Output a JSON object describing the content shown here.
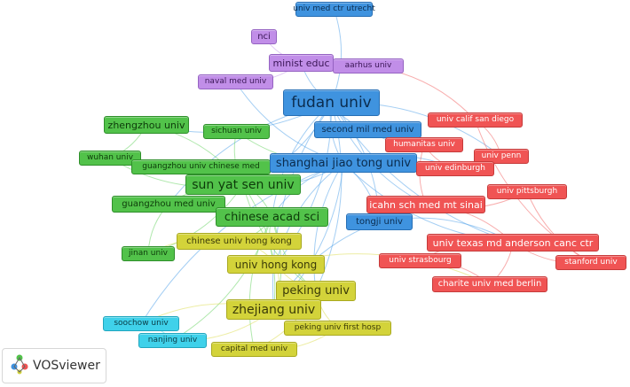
{
  "clusters": {
    "red": {
      "fill": "#f05454",
      "border": "#c63b3b",
      "text": "#ffffff",
      "link": "#f36a6a"
    },
    "green": {
      "fill": "#52c24a",
      "border": "#2e8f2a",
      "text": "#0d3b0a",
      "link": "#6fd66a"
    },
    "blue": {
      "fill": "#3f93df",
      "border": "#276fb5",
      "text": "#0b2c4e",
      "link": "#5aa6ea"
    },
    "yellow": {
      "fill": "#d3d33a",
      "border": "#a9a91f",
      "text": "#3a3a08",
      "link": "#dede5a"
    },
    "purple": {
      "fill": "#c18ee8",
      "border": "#9563c2",
      "text": "#3b1657",
      "link": "#c79bed"
    },
    "cyan": {
      "fill": "#3fd1ea",
      "border": "#21a6be",
      "text": "#0a3b45",
      "link": "#5fdcef"
    }
  },
  "nodes": [
    {
      "id": "univ-med-ctr-utrecht",
      "label": "univ med ctr utrecht",
      "cluster": "blue",
      "weight": 1
    },
    {
      "id": "nci",
      "label": "nci",
      "cluster": "purple",
      "weight": 1
    },
    {
      "id": "minist-educ",
      "label": "minist educ",
      "cluster": "purple",
      "weight": 2
    },
    {
      "id": "aarhus-univ",
      "label": "aarhus univ",
      "cluster": "purple",
      "weight": 1
    },
    {
      "id": "naval-med-univ",
      "label": "naval med univ",
      "cluster": "purple",
      "weight": 1
    },
    {
      "id": "fudan-univ",
      "label": "fudan univ",
      "cluster": "blue",
      "weight": 5
    },
    {
      "id": "univ-calif-san-diego",
      "label": "univ calif san diego",
      "cluster": "red",
      "weight": 1
    },
    {
      "id": "zhengzhou-univ",
      "label": "zhengzhou univ",
      "cluster": "green",
      "weight": 2
    },
    {
      "id": "sichuan-univ",
      "label": "sichuan univ",
      "cluster": "green",
      "weight": 1
    },
    {
      "id": "second-mil-med-univ",
      "label": "second mil med univ",
      "cluster": "blue",
      "weight": 2
    },
    {
      "id": "humanitas-univ",
      "label": "humanitas univ",
      "cluster": "red",
      "weight": 1
    },
    {
      "id": "univ-penn",
      "label": "univ penn",
      "cluster": "red",
      "weight": 1
    },
    {
      "id": "wuhan-univ",
      "label": "wuhan univ",
      "cluster": "green",
      "weight": 1
    },
    {
      "id": "guangzhou-univ-chinese-med",
      "label": "guangzhou univ chinese med",
      "cluster": "green",
      "weight": 1
    },
    {
      "id": "shanghai-jiao-tong-univ",
      "label": "shanghai jiao tong univ",
      "cluster": "blue",
      "weight": 3
    },
    {
      "id": "univ-edinburgh",
      "label": "univ edinburgh",
      "cluster": "red",
      "weight": 1
    },
    {
      "id": "sun-yat-sen-univ",
      "label": "sun yat sen univ",
      "cluster": "green",
      "weight": 3
    },
    {
      "id": "univ-pittsburgh",
      "label": "univ pittsburgh",
      "cluster": "red",
      "weight": 1
    },
    {
      "id": "guangzhou-med-univ",
      "label": "guangzhou med univ",
      "cluster": "green",
      "weight": 2
    },
    {
      "id": "icahn-sch-med-mt-sinai",
      "label": "icahn sch med mt sinai",
      "cluster": "red",
      "weight": 2
    },
    {
      "id": "chinese-acad-sci",
      "label": "chinese acad sci",
      "cluster": "green",
      "weight": 3
    },
    {
      "id": "tongji-univ",
      "label": "tongji univ",
      "cluster": "blue",
      "weight": 2
    },
    {
      "id": "chinese-univ-hong-kong",
      "label": "chinese univ hong kong",
      "cluster": "yellow",
      "weight": 2
    },
    {
      "id": "univ-texas-md-anderson-canc-ctr",
      "label": "univ texas md anderson canc ctr",
      "cluster": "red",
      "weight": 2
    },
    {
      "id": "jinan-univ",
      "label": "jinan univ",
      "cluster": "green",
      "weight": 1
    },
    {
      "id": "univ-hong-kong",
      "label": "univ hong kong",
      "cluster": "yellow",
      "weight": 2
    },
    {
      "id": "univ-strasbourg",
      "label": "univ strasbourg",
      "cluster": "red",
      "weight": 1
    },
    {
      "id": "stanford-univ",
      "label": "stanford univ",
      "cluster": "red",
      "weight": 1
    },
    {
      "id": "peking-univ",
      "label": "peking univ",
      "cluster": "yellow",
      "weight": 3
    },
    {
      "id": "charite-univ-med-berlin",
      "label": "charite univ med berlin",
      "cluster": "red",
      "weight": 1
    },
    {
      "id": "zhejiang-univ",
      "label": "zhejiang univ",
      "cluster": "yellow",
      "weight": 3
    },
    {
      "id": "soochow-univ",
      "label": "soochow univ",
      "cluster": "cyan",
      "weight": 1
    },
    {
      "id": "peking-univ-first-hosp",
      "label": "peking univ first hosp",
      "cluster": "yellow",
      "weight": 1
    },
    {
      "id": "nanjing-univ",
      "label": "nanjing univ",
      "cluster": "cyan",
      "weight": 1
    },
    {
      "id": "capital-med-univ",
      "label": "capital med univ",
      "cluster": "yellow",
      "weight": 1
    }
  ],
  "links": [
    [
      "fudan-univ",
      "shanghai-jiao-tong-univ"
    ],
    [
      "fudan-univ",
      "sun-yat-sen-univ"
    ],
    [
      "fudan-univ",
      "chinese-acad-sci"
    ],
    [
      "fudan-univ",
      "peking-univ"
    ],
    [
      "fudan-univ",
      "zhejiang-univ"
    ],
    [
      "fudan-univ",
      "univ-hong-kong"
    ],
    [
      "fudan-univ",
      "second-mil-med-univ"
    ],
    [
      "fudan-univ",
      "tongji-univ"
    ],
    [
      "fudan-univ",
      "univ-texas-md-anderson-canc-ctr"
    ],
    [
      "fudan-univ",
      "minist-educ"
    ],
    [
      "fudan-univ",
      "icahn-sch-med-mt-sinai"
    ],
    [
      "fudan-univ",
      "univ-penn"
    ],
    [
      "fudan-univ",
      "univ-med-ctr-utrecht"
    ],
    [
      "fudan-univ",
      "zhengzhou-univ"
    ],
    [
      "fudan-univ",
      "guangzhou-med-univ"
    ],
    [
      "shanghai-jiao-tong-univ",
      "sun-yat-sen-univ"
    ],
    [
      "shanghai-jiao-tong-univ",
      "peking-univ"
    ],
    [
      "shanghai-jiao-tong-univ",
      "zhejiang-univ"
    ],
    [
      "shanghai-jiao-tong-univ",
      "chinese-acad-sci"
    ],
    [
      "shanghai-jiao-tong-univ",
      "tongji-univ"
    ],
    [
      "shanghai-jiao-tong-univ",
      "univ-texas-md-anderson-canc-ctr"
    ],
    [
      "shanghai-jiao-tong-univ",
      "univ-edinburgh"
    ],
    [
      "shanghai-jiao-tong-univ",
      "univ-hong-kong"
    ],
    [
      "shanghai-jiao-tong-univ",
      "naval-med-univ"
    ],
    [
      "shanghai-jiao-tong-univ",
      "soochow-univ"
    ],
    [
      "sun-yat-sen-univ",
      "chinese-acad-sci"
    ],
    [
      "sun-yat-sen-univ",
      "guangzhou-med-univ"
    ],
    [
      "sun-yat-sen-univ",
      "jinan-univ"
    ],
    [
      "sun-yat-sen-univ",
      "zhengzhou-univ"
    ],
    [
      "sun-yat-sen-univ",
      "wuhan-univ"
    ],
    [
      "sun-yat-sen-univ",
      "peking-univ"
    ],
    [
      "sun-yat-sen-univ",
      "zhejiang-univ"
    ],
    [
      "sun-yat-sen-univ",
      "guangzhou-univ-chinese-med"
    ],
    [
      "sun-yat-sen-univ",
      "sichuan-univ"
    ],
    [
      "chinese-acad-sci",
      "peking-univ"
    ],
    [
      "chinese-acad-sci",
      "zhejiang-univ"
    ],
    [
      "chinese-acad-sci",
      "univ-hong-kong"
    ],
    [
      "chinese-acad-sci",
      "chinese-univ-hong-kong"
    ],
    [
      "chinese-acad-sci",
      "capital-med-univ"
    ],
    [
      "chinese-acad-sci",
      "nanjing-univ"
    ],
    [
      "peking-univ",
      "zhejiang-univ"
    ],
    [
      "peking-univ",
      "univ-hong-kong"
    ],
    [
      "peking-univ",
      "peking-univ-first-hosp"
    ],
    [
      "peking-univ",
      "capital-med-univ"
    ],
    [
      "zhejiang-univ",
      "soochow-univ"
    ],
    [
      "zhejiang-univ",
      "nanjing-univ"
    ],
    [
      "zhejiang-univ",
      "univ-hong-kong"
    ],
    [
      "chinese-univ-hong-kong",
      "univ-hong-kong"
    ],
    [
      "chinese-univ-hong-kong",
      "jinan-univ"
    ],
    [
      "icahn-sch-med-mt-sinai",
      "univ-texas-md-anderson-canc-ctr"
    ],
    [
      "icahn-sch-med-mt-sinai",
      "univ-pittsburgh"
    ],
    [
      "icahn-sch-med-mt-sinai",
      "humanitas-univ"
    ],
    [
      "univ-texas-md-anderson-canc-ctr",
      "stanford-univ"
    ],
    [
      "univ-texas-md-anderson-canc-ctr",
      "charite-univ-med-berlin"
    ],
    [
      "univ-texas-md-anderson-canc-ctr",
      "univ-strasbourg"
    ],
    [
      "univ-calif-san-diego",
      "univ-penn"
    ],
    [
      "univ-calif-san-diego",
      "aarhus-univ"
    ],
    [
      "univ-edinburgh",
      "humanitas-univ"
    ],
    [
      "univ-pittsburgh",
      "stanford-univ"
    ],
    [
      "univ-strasbourg",
      "charite-univ-med-berlin"
    ],
    [
      "univ-calif-san-diego",
      "stanford-univ"
    ],
    [
      "minist-educ",
      "nci"
    ],
    [
      "minist-educ",
      "aarhus-univ"
    ],
    [
      "minist-educ",
      "naval-med-univ"
    ],
    [
      "second-mil-med-univ",
      "humanitas-univ"
    ],
    [
      "tongji-univ",
      "univ-texas-md-anderson-canc-ctr"
    ],
    [
      "tongji-univ",
      "zhejiang-univ"
    ],
    [
      "zhengzhou-univ",
      "wuhan-univ"
    ],
    [
      "guangzhou-med-univ",
      "jinan-univ"
    ],
    [
      "soochow-univ",
      "nanjing-univ"
    ],
    [
      "capital-med-univ",
      "peking-univ-first-hosp"
    ],
    [
      "univ-hong-kong",
      "charite-univ-med-berlin"
    ],
    [
      "sichuan-univ",
      "shanghai-jiao-tong-univ"
    ]
  ],
  "logo": {
    "text": "VOSviewer",
    "icon": "vosviewer-logo-icon"
  }
}
